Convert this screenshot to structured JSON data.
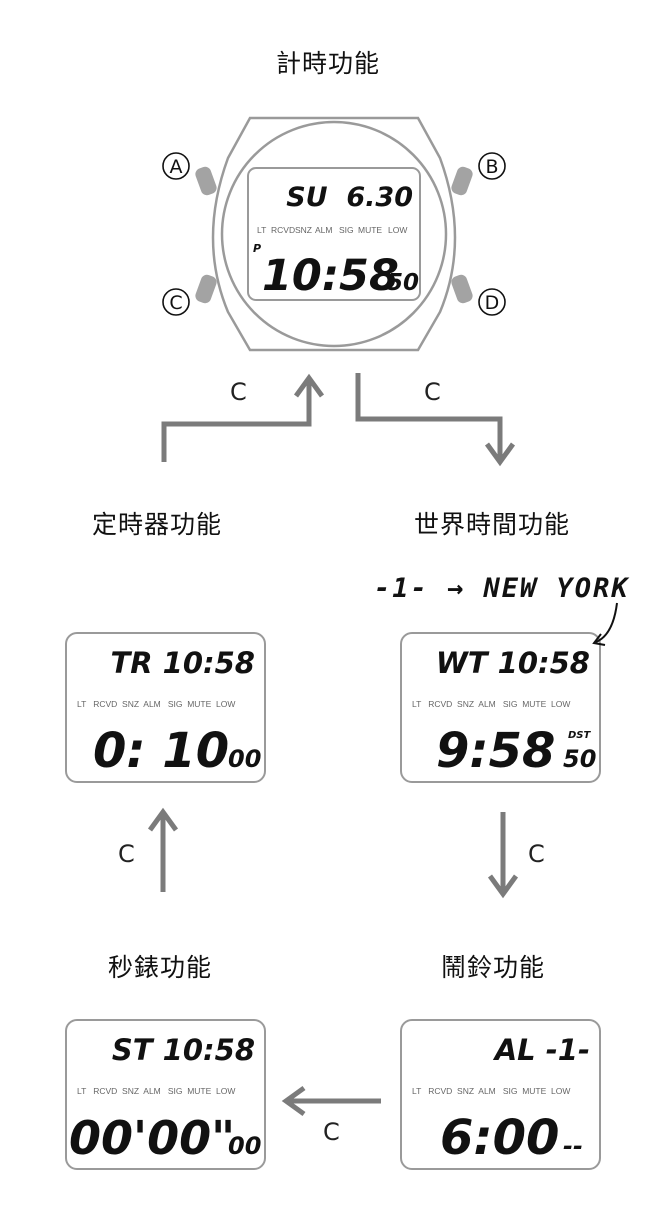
{
  "indicators": [
    "LT",
    "RCVD",
    "SNZ",
    "ALM",
    "SIG",
    "MUTE",
    "LOW"
  ],
  "timekeeping": {
    "title": "計時功能",
    "buttons": {
      "a": "A",
      "b": "B",
      "c": "C",
      "d": "D"
    },
    "top": "SU  6.30",
    "pm": "P",
    "main": "10:58",
    "sec": "50"
  },
  "timer": {
    "title": "定時器功能",
    "top": "TR 10:58",
    "main": "0: 10",
    "sec": "00"
  },
  "world_time": {
    "title": "世界時間功能",
    "city_note": "-1- → NEW YORK",
    "top": "WT 10:58",
    "main": "9:58",
    "dst": "DST",
    "sec": "50"
  },
  "stopwatch": {
    "title": "秒錶功能",
    "top": "ST 10:58",
    "main": "00'00\"",
    "sec": "00"
  },
  "alarm": {
    "title": "鬧鈴功能",
    "top": "AL -1-",
    "main": "6:00",
    "sec": "--"
  },
  "transitions": {
    "timer_to_timekeeping": "C",
    "timekeeping_to_world": "C",
    "world_to_alarm": "C",
    "alarm_to_stopwatch": "C",
    "stopwatch_to_timer": "C"
  }
}
